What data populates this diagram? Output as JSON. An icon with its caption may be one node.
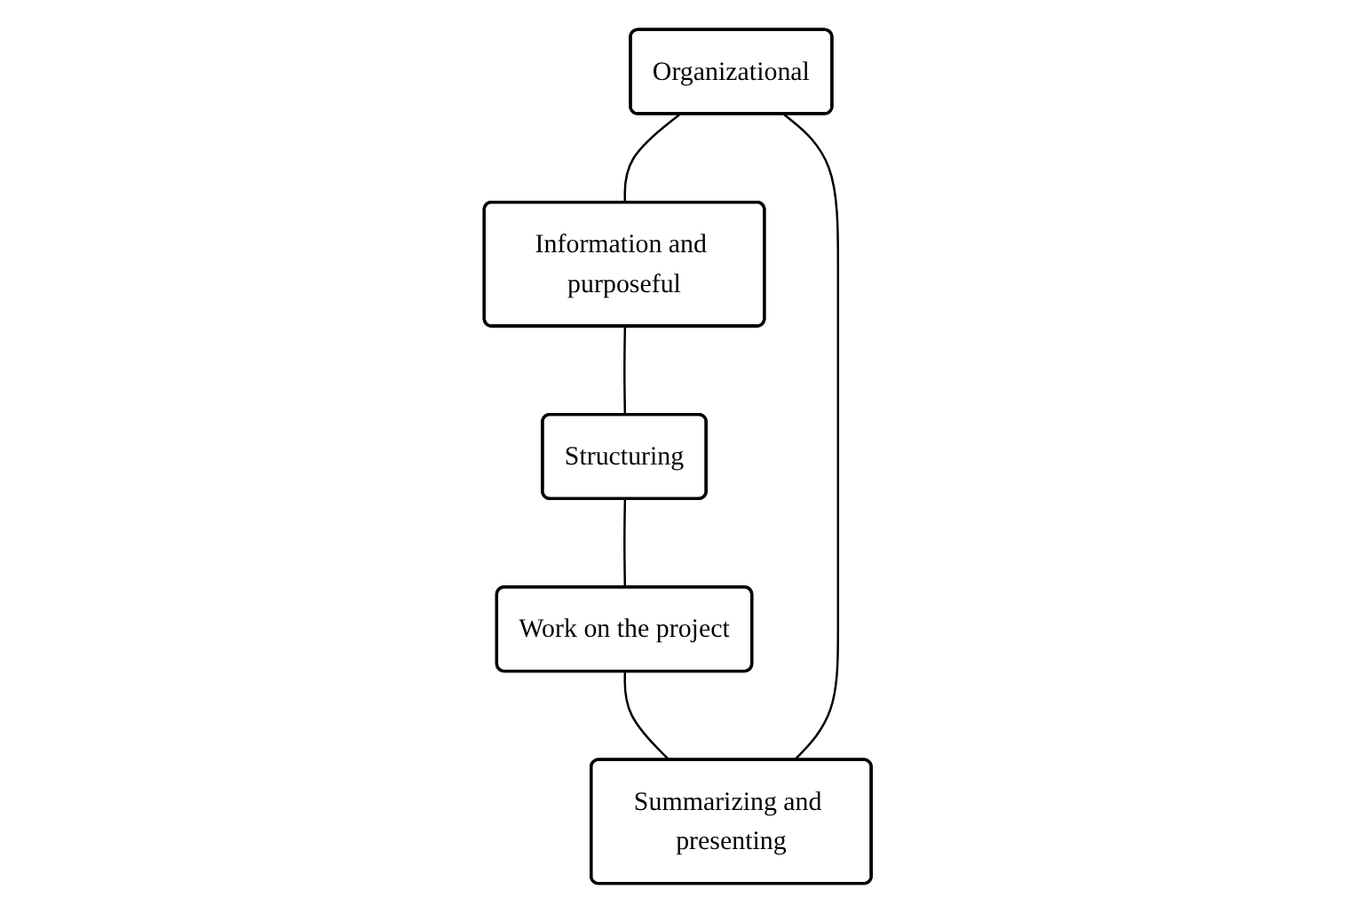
{
  "diagram": {
    "nodes": [
      {
        "text": [
          "Organizational"
        ]
      },
      {
        "text": [
          "Information and purposeful"
        ]
      },
      {
        "text": [
          "Structuring"
        ]
      },
      {
        "text": [
          "Work on the project"
        ]
      },
      {
        "text": [
          "Summarizing and presenting"
        ]
      }
    ],
    "edges": [
      {
        "from": 0,
        "to": 1,
        "arrow": "none"
      },
      {
        "from": 1,
        "to": 2,
        "arrow": "none"
      },
      {
        "from": 2,
        "to": 3,
        "arrow": "none"
      },
      {
        "from": 3,
        "to": 4,
        "arrow": "none"
      },
      {
        "from": 4,
        "to": 0,
        "arrow": "none"
      }
    ]
  }
}
